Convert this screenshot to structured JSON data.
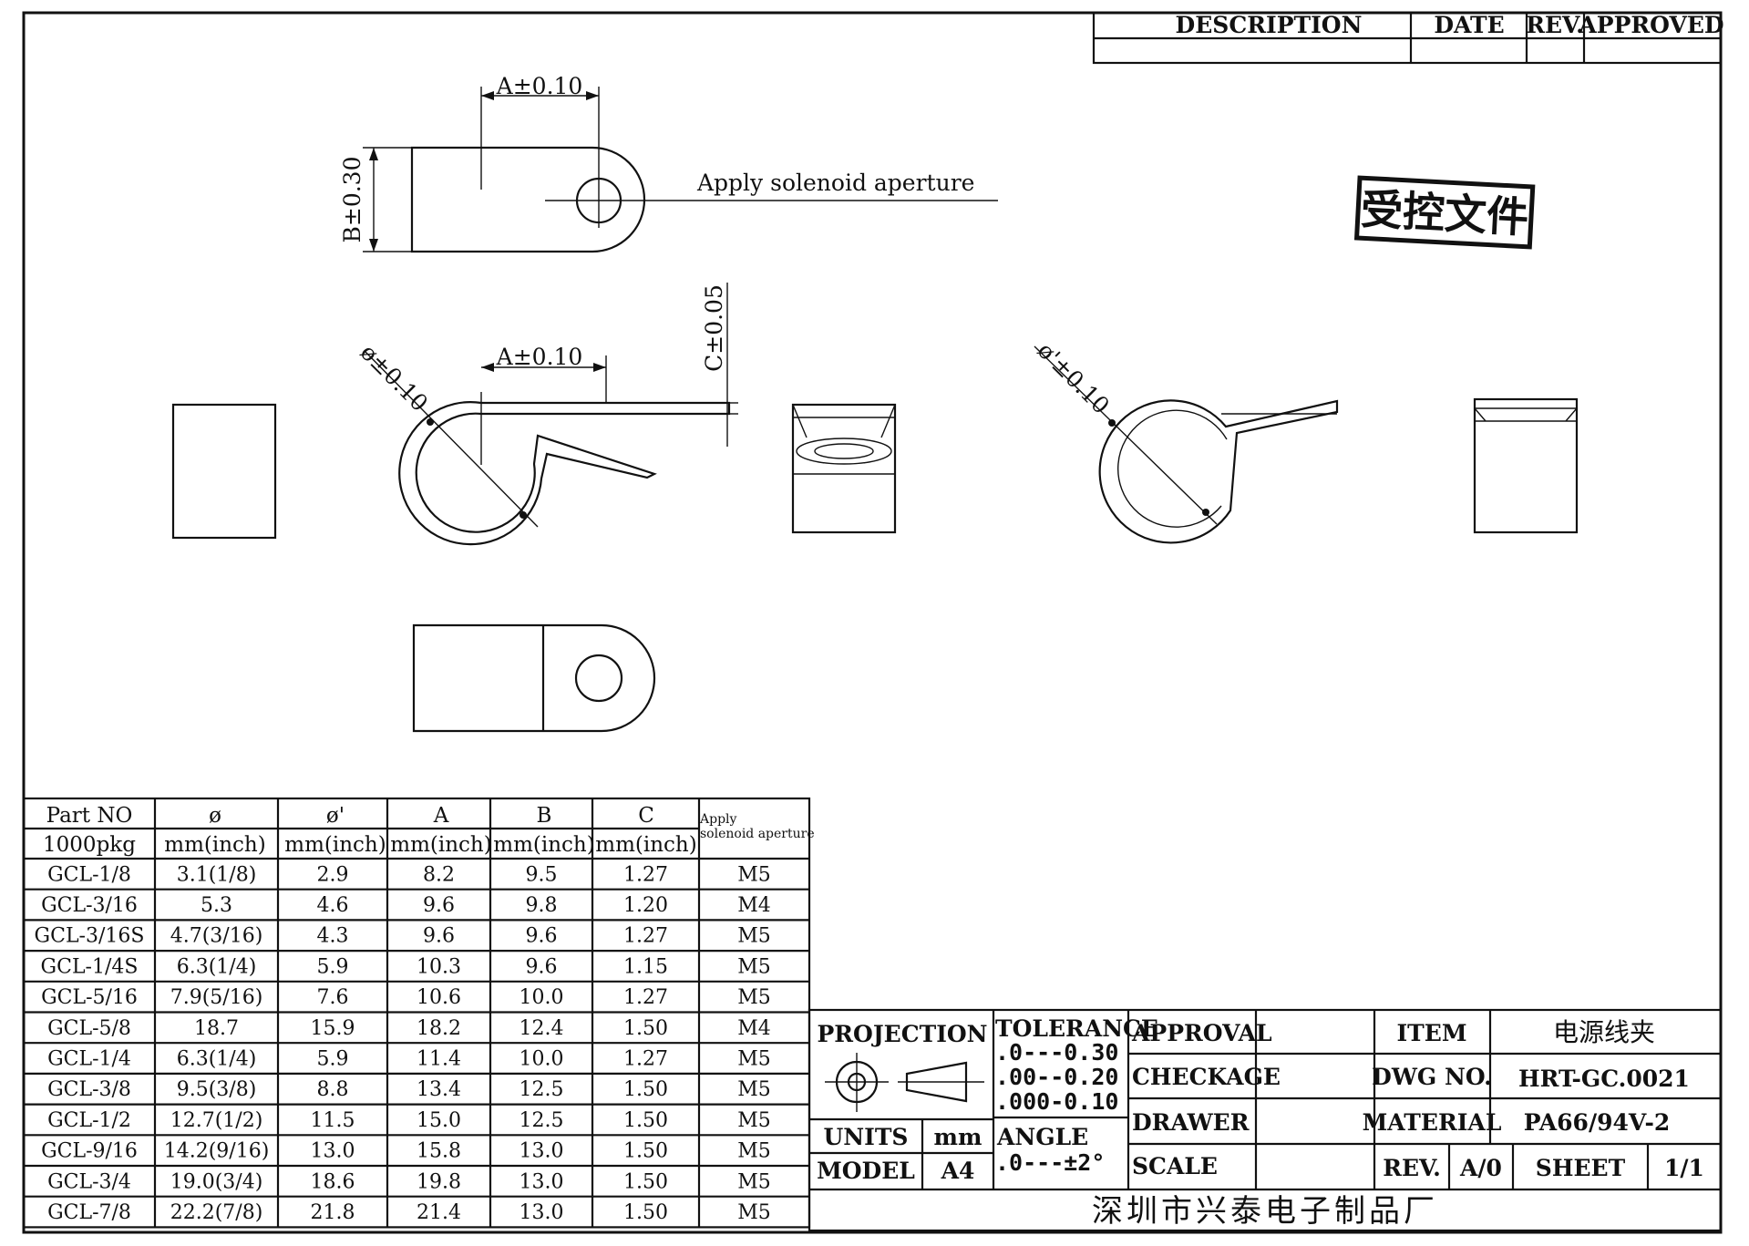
{
  "revision_block": {
    "headers": [
      "DESCRIPTION",
      "DATE",
      "REV.",
      "APPROVED"
    ]
  },
  "stamp": {
    "text": "受控文件"
  },
  "views": {
    "dim_a": "A±0.10",
    "dim_b": "B±0.30",
    "dim_c": "C±0.05",
    "dim_phi": "ø±0.10",
    "dim_phi_prime": "ø'±0.10",
    "aperture_note": "Apply solenoid aperture"
  },
  "size_table": {
    "header_row1": [
      "Part NO",
      "ø",
      "ø'",
      "A",
      "B",
      "C",
      "Apply solenoid aperture"
    ],
    "header_row2": [
      "1000pkg",
      "mm(inch)",
      "mm(inch)",
      "mm(inch)",
      "mm(inch)",
      "mm(inch)",
      ""
    ],
    "rows": [
      [
        "GCL-1/8",
        "3.1(1/8)",
        "2.9",
        "8.2",
        "9.5",
        "1.27",
        "M5"
      ],
      [
        "GCL-3/16",
        "5.3",
        "4.6",
        "9.6",
        "9.8",
        "1.20",
        "M4"
      ],
      [
        "GCL-3/16S",
        "4.7(3/16)",
        "4.3",
        "9.6",
        "9.6",
        "1.27",
        "M5"
      ],
      [
        "GCL-1/4S",
        "6.3(1/4)",
        "5.9",
        "10.3",
        "9.6",
        "1.15",
        "M5"
      ],
      [
        "GCL-5/16",
        "7.9(5/16)",
        "7.6",
        "10.6",
        "10.0",
        "1.27",
        "M5"
      ],
      [
        "GCL-5/8",
        "18.7",
        "15.9",
        "18.2",
        "12.4",
        "1.50",
        "M4"
      ],
      [
        "GCL-1/4",
        "6.3(1/4)",
        "5.9",
        "11.4",
        "10.0",
        "1.27",
        "M5"
      ],
      [
        "GCL-3/8",
        "9.5(3/8)",
        "8.8",
        "13.4",
        "12.5",
        "1.50",
        "M5"
      ],
      [
        "GCL-1/2",
        "12.7(1/2)",
        "11.5",
        "15.0",
        "12.5",
        "1.50",
        "M5"
      ],
      [
        "GCL-9/16",
        "14.2(9/16)",
        "13.0",
        "15.8",
        "13.0",
        "1.50",
        "M5"
      ],
      [
        "GCL-3/4",
        "19.0(3/4)",
        "18.6",
        "19.8",
        "13.0",
        "1.50",
        "M5"
      ],
      [
        "GCL-7/8",
        "22.2(7/8)",
        "21.8",
        "21.4",
        "13.0",
        "1.50",
        "M5"
      ]
    ]
  },
  "title_block": {
    "projection_label": "PROJECTION",
    "units_label": "UNITS",
    "units_value": "mm",
    "model_label": "MODEL",
    "model_value": "A4",
    "tolerance_label": "TOLERANCE",
    "tolerance_lines": [
      ".0---0.30",
      ".00--0.20",
      ".000-0.10"
    ],
    "angle_label": "ANGLE",
    "angle_value": ".0---±2°",
    "approval_label": "APPROVAL",
    "checkage_label": "CHECKAGE",
    "drawer_label": "DRAWER",
    "scale_label": "SCALE",
    "item_label": "ITEM",
    "item_value": "电源线夹",
    "dwg_label": "DWG NO.",
    "dwg_value": "HRT-GC.0021",
    "material_label": "MATERIAL",
    "material_value": "PA66/94V-2",
    "rev_label": "REV.",
    "rev_value": "A/0",
    "sheet_label": "SHEET",
    "sheet_value": "1/1",
    "company": "深圳市兴泰电子制品厂"
  }
}
